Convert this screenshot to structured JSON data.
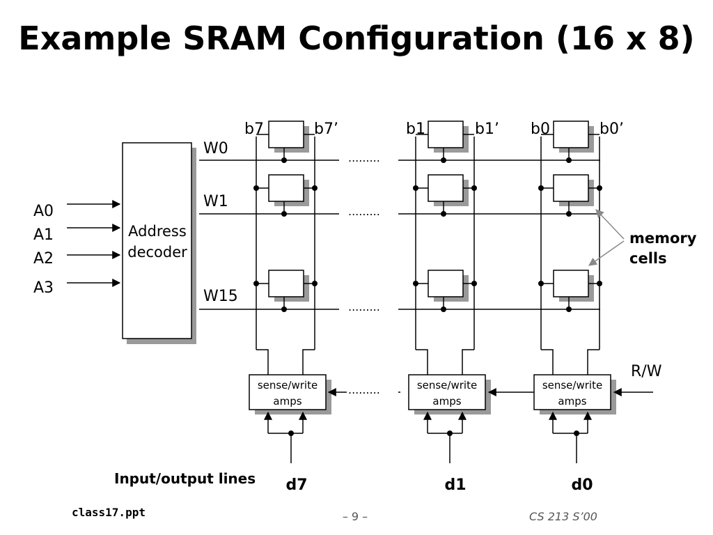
{
  "title": "Example SRAM Configuration (16 x 8)",
  "decoder": {
    "line1": "Address",
    "line2": "decoder"
  },
  "address_inputs": [
    "A0",
    "A1",
    "A2",
    "A3"
  ],
  "word_lines": [
    "W0",
    "W1",
    "W15"
  ],
  "columns": [
    {
      "bit": "b7",
      "bit_bar": "b7’",
      "data": "d7"
    },
    {
      "bit": "b1",
      "bit_bar": "b1’",
      "data": "d1"
    },
    {
      "bit": "b0",
      "bit_bar": "b0’",
      "data": "d0"
    }
  ],
  "ellipsis": ".........",
  "amp_label": {
    "line1": "sense/write",
    "line2": "amps"
  },
  "rw_label": "R/W",
  "memory_cells_label": {
    "line1": "memory",
    "line2": "cells"
  },
  "io_label": "Input/output lines",
  "footer": {
    "left": "class17.ppt",
    "center": "– 9 –",
    "right": "CS 213 S’00"
  }
}
